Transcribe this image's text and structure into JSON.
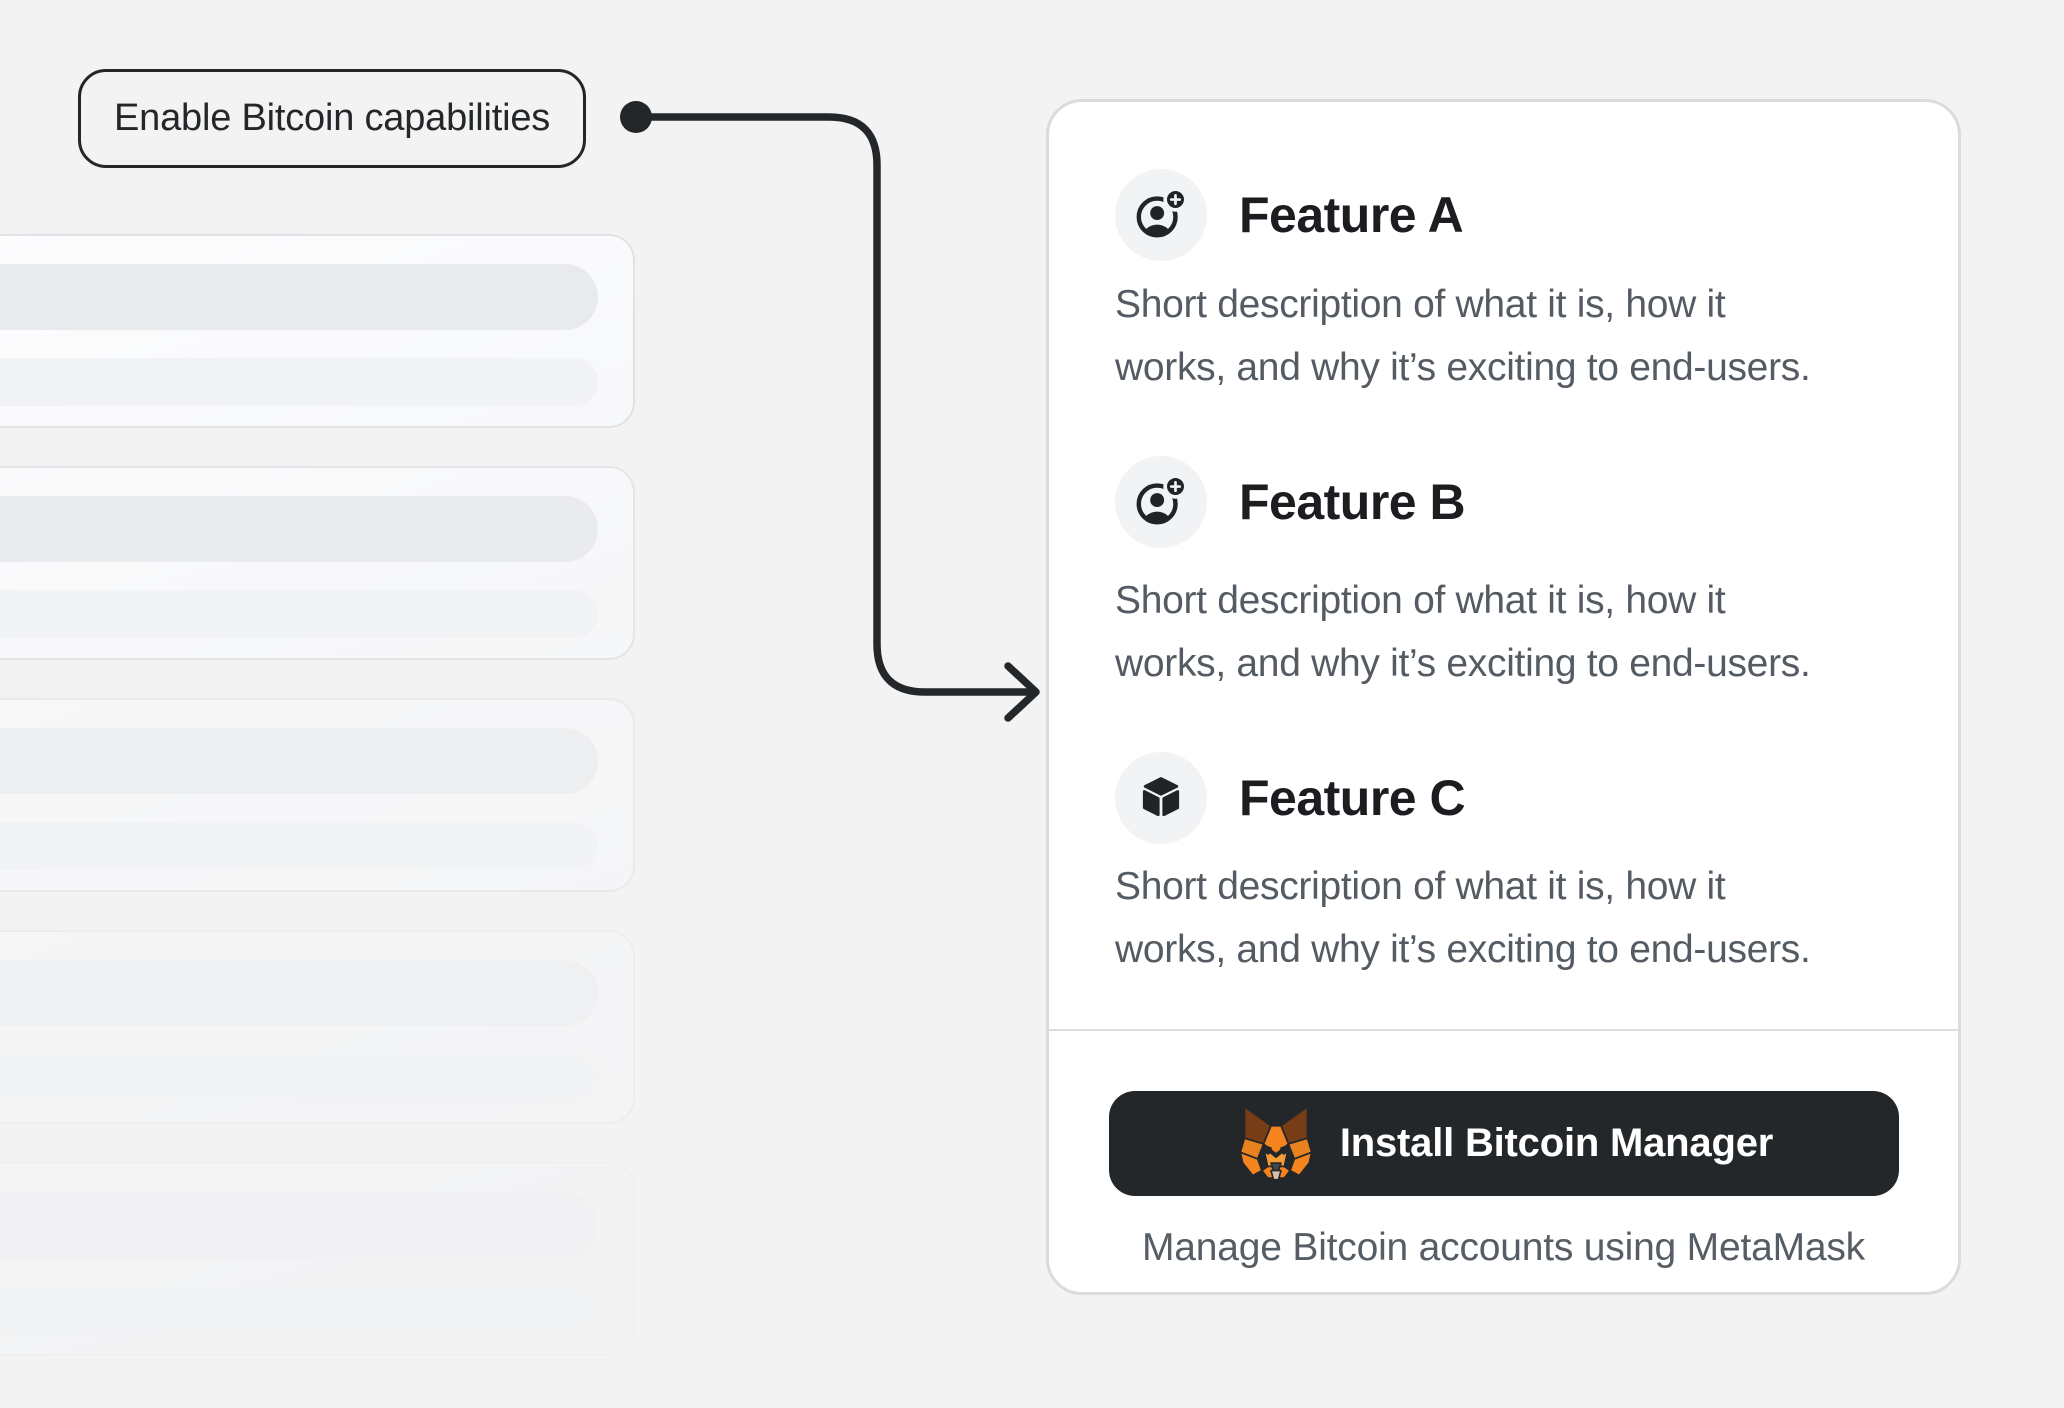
{
  "page": {
    "background": "#f3f3f4"
  },
  "callout": {
    "label": "Enable Bitcoin capabilities"
  },
  "card": {
    "features": [
      {
        "title": "Feature A",
        "icon": "user-plus-icon",
        "desc_line1": "Short description of what it is, how it",
        "desc_line2": "works, and why it’s exciting to end-users."
      },
      {
        "title": "Feature B",
        "icon": "user-plus-icon",
        "desc_line1": "Short description of what it is, how it",
        "desc_line2": "works, and why it’s exciting to end-users."
      },
      {
        "title": "Feature C",
        "icon": "cube-icon",
        "desc_line1": "Short description of what it is, how it",
        "desc_line2": "works, and why it’s exciting to end-users."
      }
    ],
    "footer": {
      "button_label": "Install Bitcoin Manager",
      "button_icon": "metamask-fox-icon",
      "caption": "Manage Bitcoin accounts using MetaMask"
    }
  },
  "colors": {
    "accent_dark": "#24272a",
    "metamask_orange": "#f5841f",
    "metamask_brown": "#763d16",
    "card_background": "#ffffff",
    "page_background": "#f3f3f4",
    "description_gray": "#545b63",
    "divider_gray": "#dadde1"
  }
}
